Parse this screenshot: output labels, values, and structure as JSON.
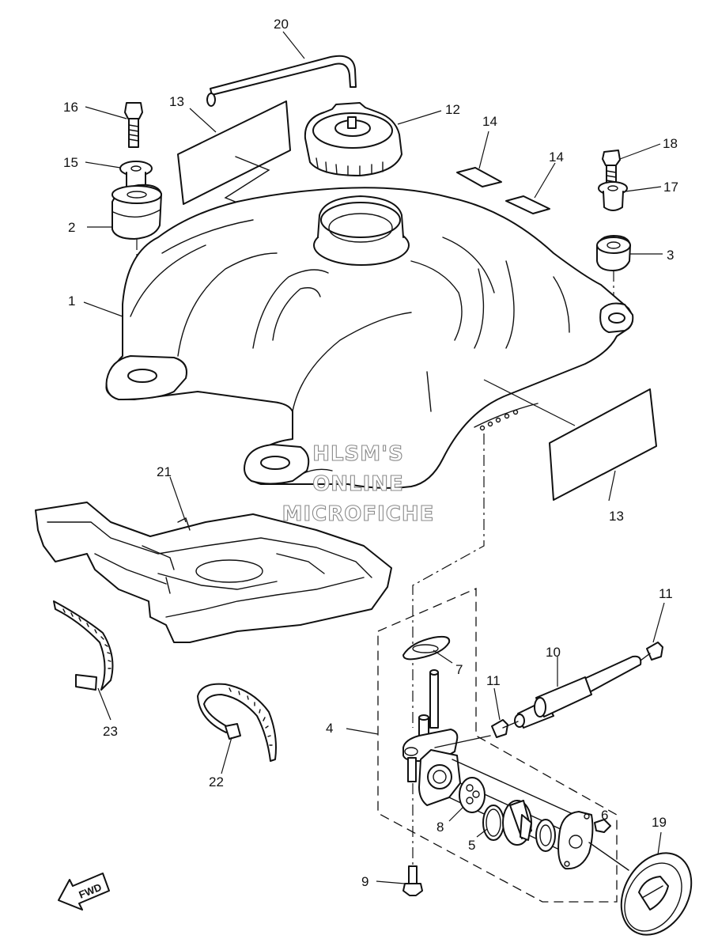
{
  "callouts": {
    "c1": "1",
    "c2": "2",
    "c3": "3",
    "c4": "4",
    "c5": "5",
    "c6": "6",
    "c7": "7",
    "c8": "8",
    "c9": "9",
    "c10": "10",
    "c11a": "11",
    "c11b": "11",
    "c12": "12",
    "c13a": "13",
    "c13b": "13",
    "c14a": "14",
    "c14b": "14",
    "c15": "15",
    "c16": "16",
    "c17": "17",
    "c18": "18",
    "c19": "19",
    "c20": "20",
    "c21": "21",
    "c22": "22",
    "c23": "23"
  },
  "watermark": {
    "line1": "HLSM'S",
    "line2": "ONLINE",
    "line3": "MICROFICHE"
  },
  "fwd_label": "FWD",
  "colors": {
    "line": "#111111",
    "paper": "#ffffff",
    "watermark_outline": "#8a8a8a"
  }
}
